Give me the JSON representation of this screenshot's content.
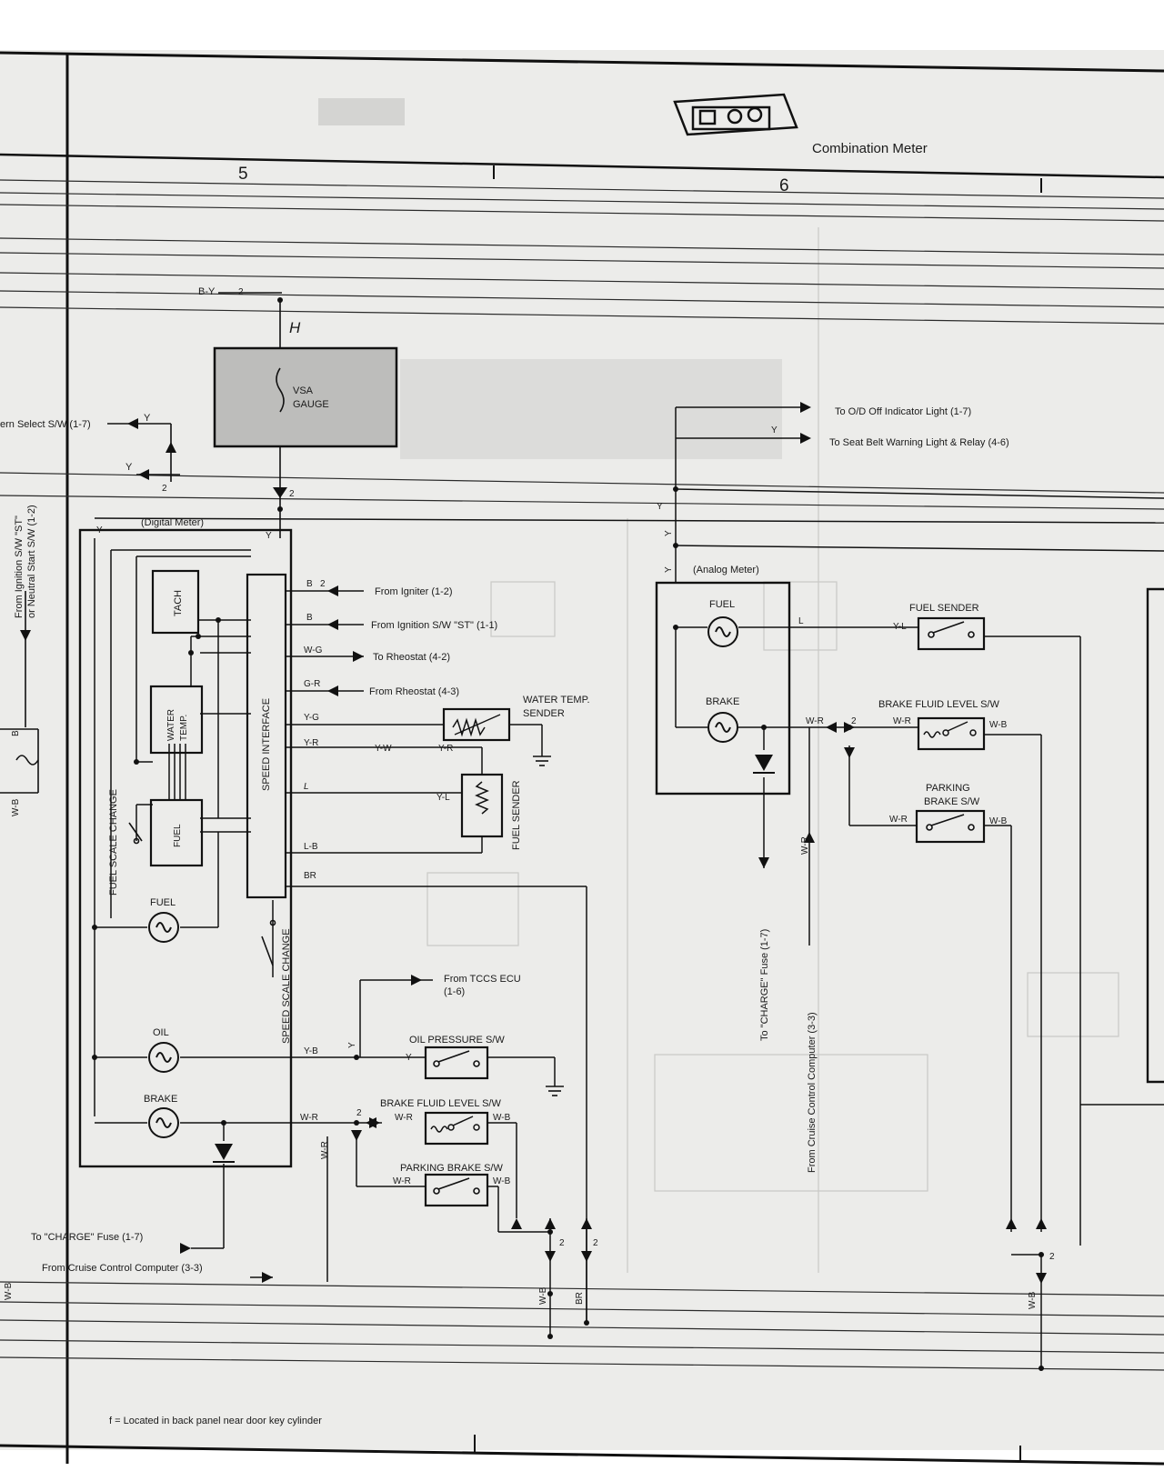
{
  "header": {
    "title": "Combination Meter",
    "column_a": "5",
    "column_b": "6"
  },
  "left_margin": {
    "pattern_select": "ern Select S/W (1-7)",
    "ignition_line1": "From Ignition S/W \"ST\"",
    "ignition_line2": "or Neutral Start S/W (1-2)",
    "wire_wb_a": "W-B",
    "wire_b": "B",
    "wire_wb_b": "W-B",
    "y_a": "Y",
    "y_b": "Y",
    "num_2": "2"
  },
  "vsa": {
    "label_line1": "VSA",
    "label_line2": "GAUGE",
    "wire": "B-Y",
    "connector": "2",
    "junction": "H",
    "connector_2": "2"
  },
  "digital_meter": {
    "title": "(Digital Meter)",
    "tach": "TACH",
    "water_temp_line1": "WATER",
    "water_temp_line2": "TEMP.",
    "fuel_block": "FUEL",
    "speed_interface": "SPEED INTERFACE",
    "fuel_scale_change": "FUEL SCALE CHANGE",
    "speed_scale_change": "SPEED SCALE CHANGE",
    "fuel_lamp": "FUEL",
    "oil_lamp": "OIL",
    "brake_lamp": "BRAKE",
    "wire_y_top": "Y",
    "wire_y_side": "Y"
  },
  "center_signals": [
    {
      "wire": "B",
      "num": "2",
      "text": "From Igniter (1-2)"
    },
    {
      "wire": "B",
      "text": "From Ignition S/W \"ST\" (1-1)"
    },
    {
      "wire": "W-G",
      "text": "To Rheostat (4-2)"
    },
    {
      "wire": "G-R",
      "text": "From Rheostat (4-3)"
    }
  ],
  "center_wires": {
    "yg": "Y-G",
    "yr": "Y-R",
    "yw": "Y-W",
    "yr2": "Y-R",
    "l": "L",
    "lb": "L-B",
    "br": "BR",
    "yl": "Y-L",
    "yb": "Y-B",
    "y_oil": "Y",
    "y_vertical": "Y",
    "wr_a": "W-R",
    "wr_b": "W-R",
    "wr_c": "W-R",
    "wr_d": "W-R",
    "wb_a": "W-B",
    "wb_b": "W-B",
    "num_2a": "2",
    "num_2b": "2",
    "num_2c": "2",
    "wb_bottom": "W-B",
    "br_bottom": "BR",
    "wb_left_bottom": "W-B"
  },
  "sensors": {
    "water_temp_sender_line1": "WATER TEMP.",
    "water_temp_sender_line2": "SENDER",
    "fuel_sender": "FUEL SENDER",
    "tccs_line1": "From TCCS ECU",
    "tccs_line2": "(1-6)",
    "oil_pressure": "OIL PRESSURE S/W",
    "brake_fluid": "BRAKE FLUID LEVEL S/W",
    "parking_brake": "PARKING BRAKE S/W"
  },
  "bottom_left": {
    "charge": "To \"CHARGE\" Fuse (1-7)",
    "cruise": "From Cruise Control Computer (3-3)"
  },
  "analog_meter": {
    "title": "(Analog Meter)",
    "fuel": "FUEL",
    "brake": "BRAKE",
    "od_off": "To O/D Off Indicator Light (1-7)",
    "seat_belt": "To Seat Belt Warning Light & Relay (4-6)",
    "y_a": "Y",
    "y_b": "Y",
    "y_c": "Y",
    "y_d": "Y",
    "wire_l": "L",
    "wire_yl": "Y-L",
    "fuel_sender": "FUEL SENDER",
    "brake_fluid": "BRAKE FLUID LEVEL S/W",
    "parking_line1": "PARKING",
    "parking_line2": "BRAKE S/W",
    "wr_a": "W-R",
    "wr_b": "W-R",
    "wr_c": "W-R",
    "wr_vertical": "W-R",
    "wb_a": "W-B",
    "wb_b": "W-B",
    "num_2a": "2",
    "num_2b": "2",
    "charge_vertical": "To \"CHARGE\" Fuse (1-7)",
    "cruise_vertical": "From Cruise Control Computer (3-3)",
    "wb_bottom": "W-B"
  },
  "footnote": "f = Located in back panel near door key cylinder"
}
